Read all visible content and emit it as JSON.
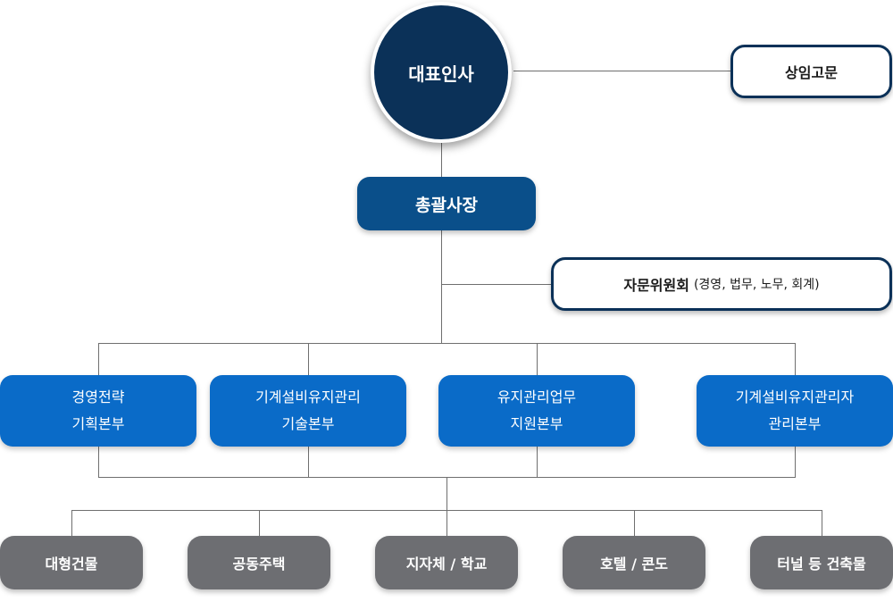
{
  "ceo": {
    "label": "대표인사"
  },
  "president": {
    "label": "총괄사장"
  },
  "advisor": {
    "label": "상임고문"
  },
  "committee": {
    "label": "자문위원회",
    "detail": "(경영, 법무, 노무, 회계)"
  },
  "divisions": [
    {
      "line1": "경영전략",
      "line2": "기획본부"
    },
    {
      "line1": "기계설비유지관리",
      "line2": "기술본부"
    },
    {
      "line1": "유지관리업무",
      "line2": "지원본부"
    },
    {
      "line1": "기계설비유지관리자",
      "line2": "관리본부"
    }
  ],
  "categories": [
    {
      "label": "대형건물"
    },
    {
      "label": "공동주택"
    },
    {
      "label": "지자체 / 학교"
    },
    {
      "label": "호텔 / 콘도"
    },
    {
      "label": "터널 등 건축물"
    }
  ],
  "colors": {
    "ceo": "#0b3158",
    "president": "#0a4f8a",
    "division": "#0a6bc8",
    "category": "#6d6e72",
    "connector": "#6f6f6f"
  }
}
